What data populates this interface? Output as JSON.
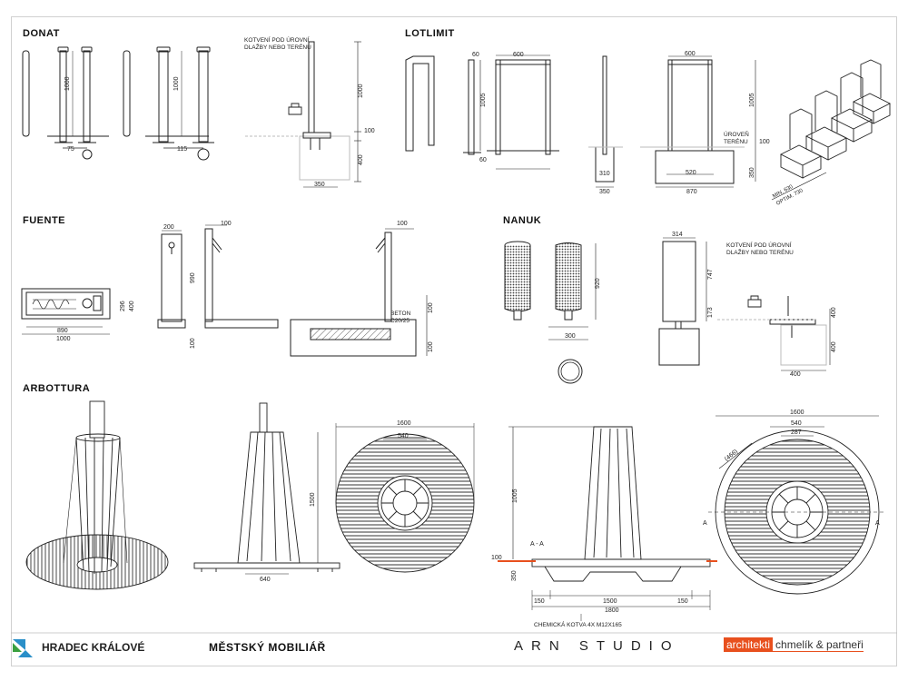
{
  "sections": {
    "donat": "DONAT",
    "lotlimit": "LOTLIMIT",
    "fuente": "FUENTE",
    "nanuk": "NANUK",
    "arbottura": "ARBOTTURA"
  },
  "notes": {
    "kotveni1": "KOTVENÍ POD ÚROVNÍ",
    "kotveni2": "DLAŽBY NEBO TERÉNU",
    "uroven1": "ÚROVEŇ",
    "uroven2": "TERÉNU",
    "beton1": "BETON",
    "beton2": "C20/25",
    "minopt1": "MIN. 630",
    "minopt2": "OPTIM. 730",
    "section_aa": "A - A",
    "section_mark": "A",
    "kotva": "CHEMICKÁ KOTVA 4X M12X165"
  },
  "dims": {
    "donat": {
      "h1": "1000",
      "h2": "1000",
      "w1": "75",
      "w2": "115",
      "h3": "1000",
      "h4": "100",
      "h5": "400",
      "w3": "350"
    },
    "lotlimit": {
      "a": "60",
      "b": "600",
      "c": "1005",
      "d": "60",
      "e": "310",
      "f": "350",
      "g": "600",
      "h": "1005",
      "i": "100",
      "j": "350",
      "k": "520",
      "l": "870"
    },
    "fuente": {
      "a": "200",
      "b": "100",
      "c": "990",
      "d": "100",
      "e": "100",
      "f": "296",
      "g": "400",
      "h": "890",
      "i": "1000",
      "j": "100",
      "k": "100"
    },
    "nanuk": {
      "a": "920",
      "b": "300",
      "c": "314",
      "d": "747",
      "e": "173",
      "f": "400",
      "g": "400",
      "h": "400"
    },
    "arbottura": {
      "a": "1500",
      "b": "640",
      "c": "1600",
      "d": "540",
      "e": "1005",
      "f": "100",
      "g": "350",
      "h": "150",
      "i": "1500",
      "j": "150",
      "k": "1800",
      "l": "1600",
      "m": "540",
      "n": "287",
      "o": "(466)"
    }
  },
  "footer": {
    "city": "HRADEC KRÁLOVÉ",
    "title": "MĚSTSKÝ MOBILIÁŘ",
    "studio": "ARN STUDIO",
    "brand_a": "architekti",
    "brand_b": "chmelík & partneři"
  },
  "colors": {
    "accent": "#e8501e",
    "logo_blue": "#2a8fc8",
    "logo_green": "#3aa040"
  }
}
